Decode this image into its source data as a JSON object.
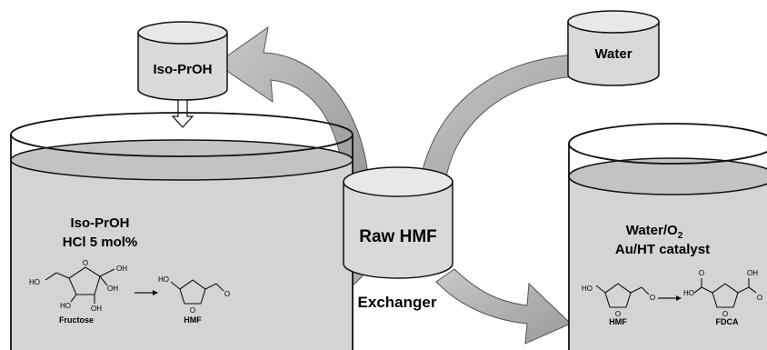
{
  "diagram": {
    "iso_proh_tank": {
      "label": "Iso-PrOH"
    },
    "water_tank": {
      "label": "Water"
    },
    "reactor_left": {
      "line1": "Iso-PrOH",
      "line2": "HCl 5 mol%",
      "reactant_label": "Fructose",
      "product_label": "HMF",
      "reactant_structure_labels": [
        "HO",
        "O",
        "OH",
        "HO",
        "OH",
        "OH"
      ],
      "product_structure_labels": [
        "HO",
        "O",
        "O"
      ]
    },
    "raw_hmf_tank": {
      "label": "Raw HMF"
    },
    "exchanger_label": "Exchanger",
    "reactor_right": {
      "line1_main": "Water/O",
      "line1_sub": "2",
      "line2": "Au/HT catalyst",
      "reactant_label": "HMF",
      "product_label": "FDCA",
      "reactant_structure_labels": [
        "HO",
        "O",
        "O"
      ],
      "product_structure_labels": [
        "HO",
        "O",
        "O",
        "OH",
        "O"
      ]
    },
    "colors": {
      "liquid": "#d4d4d4",
      "tank_small": "#d9d9d9",
      "arrow_fill": "#a9a9a9",
      "outline": "#111111"
    }
  }
}
